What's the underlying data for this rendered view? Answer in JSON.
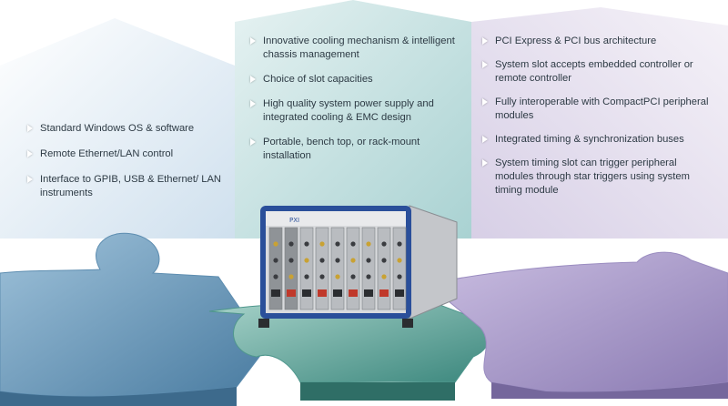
{
  "left_features": [
    "Standard Windows OS & software",
    "Remote Ethernet/LAN control",
    "Interface to GPIB, USB & Ethernet/ LAN instruments"
  ],
  "center_features": [
    "Innovative cooling mechanism & intelligent chassis management",
    "Choice of slot capacities",
    "High quality system power supply and integrated cooling & EMC design",
    "Portable, bench top, or rack-mount installation"
  ],
  "right_features": [
    "PCI Express & PCI bus architecture",
    "System slot accepts embedded controller or remote controller",
    "Fully interoperable with CompactPCI peripheral modules",
    "Integrated timing & synchronization buses",
    "System timing slot can trigger peripheral modules through star triggers using system timing module"
  ],
  "colors": {
    "left_panel": "#dfeaf3",
    "center_panel": "#bcdcdb",
    "right_panel": "#e3ddec",
    "piece_blue": "#4d7fa3",
    "piece_green": "#3f8a80",
    "piece_purple": "#9282b8",
    "chassis_frame": "#2a4f9a",
    "chassis_body": "#d9dbde"
  },
  "device_label": "PXI",
  "icons": [
    "triangle-bullet-icon"
  ]
}
